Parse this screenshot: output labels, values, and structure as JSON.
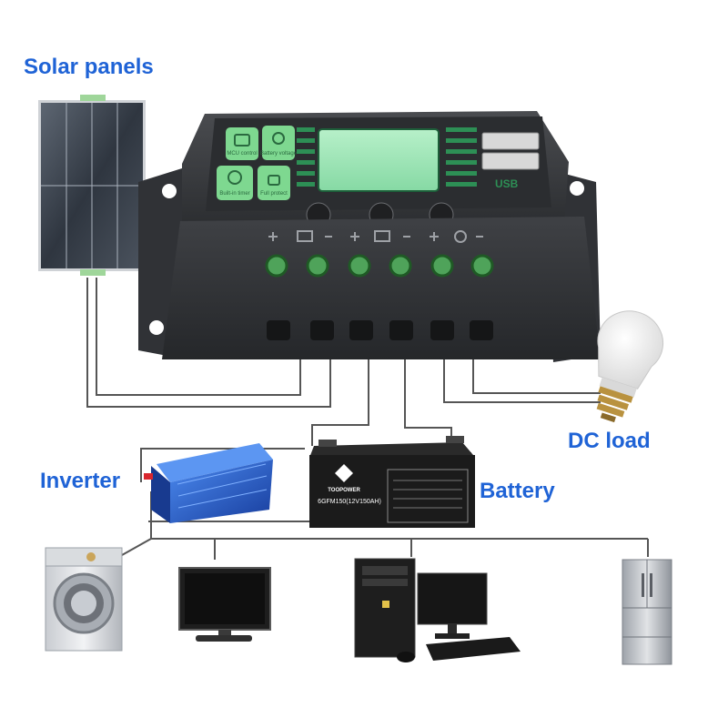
{
  "labels": {
    "solar_panels": "Solar panels",
    "dc_load": "DC load",
    "inverter": "Inverter",
    "battery": "Battery"
  },
  "controller": {
    "buttons": [
      "MCU control",
      "Battery voltage",
      "Built-in timer",
      "Full protect"
    ],
    "usb": "USB"
  },
  "battery": {
    "brand": "TOOPOWER",
    "model": "6GFM150(12V150AH)"
  },
  "colors": {
    "label_text": "#1f63d6",
    "wire": "#555555",
    "controller_body": "#3b3d41",
    "button_green": "#7ed890",
    "screen_green": "#2d8f55",
    "inverter_blue": "#1d48b8",
    "battery_black": "#1b1b1b"
  }
}
